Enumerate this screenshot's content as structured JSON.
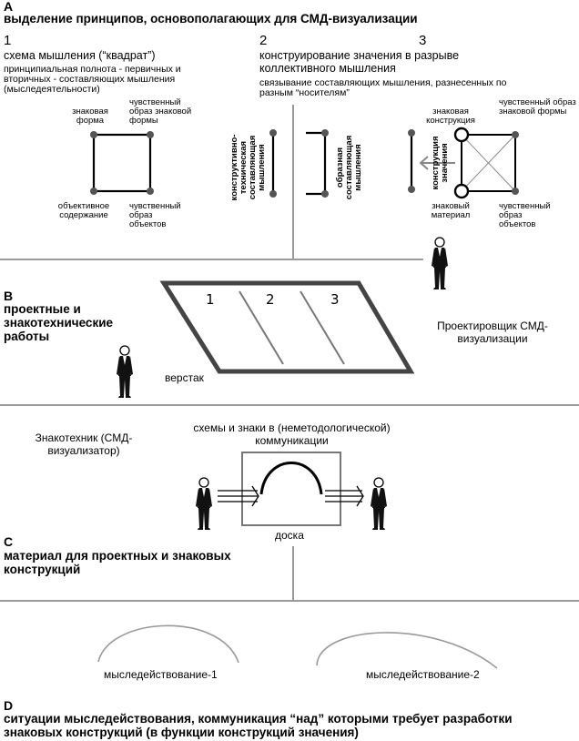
{
  "sections": {
    "a": {
      "letter": "A",
      "title": "выделение принципов, основополагающих для СМД-визуализации",
      "col1": {
        "num": "1",
        "title": "схема мышления (“квадрат”)",
        "desc": "принципиальная полнота - первичных и вторичных - составляющих мышления (мыследеятельности)",
        "labels": {
          "sign_form": "знаковая форма",
          "sensual_sign_form": "чувственный образ знаковой формы",
          "objective_content": "объективное содержание",
          "sensual_objects": "чувственный образ объектов"
        }
      },
      "col2": {
        "num": "2",
        "title": "конструирование значения в разрыве коллективного мышления",
        "desc": "связывание составляющих мышления, разнесенных по разным “носителям”",
        "vertical_left": "конструктивно-техническая составляющая мышления",
        "vertical_right": "образная составляющая мышления"
      },
      "col3": {
        "num": "3",
        "vertical": "конструкция значения",
        "labels": {
          "sign_construction": "знаковая конструкция",
          "sensual_sign_form": "чувственный образ знаковой формы",
          "sign_material": "знаковый материал",
          "sensual_objects": "чувственный образ объектов"
        }
      }
    },
    "b": {
      "letter": "B",
      "title": "проектные и знакотехнические работы",
      "workbench": "верстак",
      "numbers": [
        "1",
        "2",
        "3"
      ],
      "designer": "Проектировщик СМД-визуализации",
      "sign_technician": "Знакотехник (СМД-визуализатор)"
    },
    "c": {
      "letter": "C",
      "title": "материал для проектных и знаковых конструкций",
      "board_caption": "схемы и знаки в (неметодологической) коммуникации",
      "board": "доска"
    },
    "d": {
      "letter": "D",
      "title": "ситуации мыследействования, коммуникация “над” которыми требует разработки знаковых конструкций (в функции конструкций значения)",
      "action1": "мыследействование-1",
      "action2": "мыследействование-2"
    }
  },
  "colors": {
    "line": "#000000",
    "divider": "#9a9a9a",
    "arrow": "#888888"
  }
}
